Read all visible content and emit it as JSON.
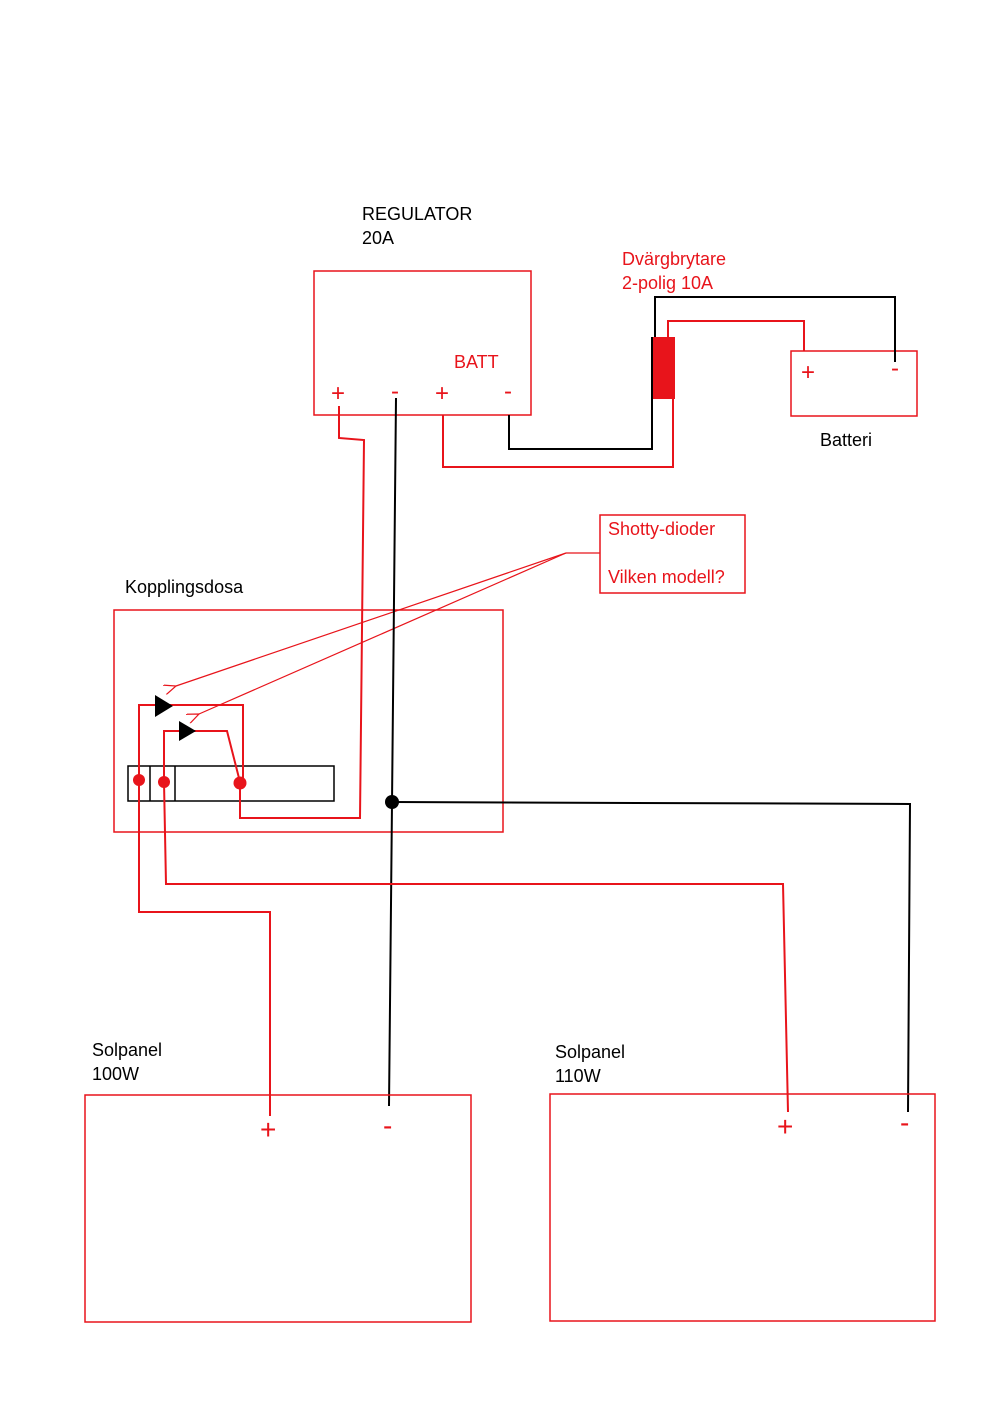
{
  "colors": {
    "red": "#e8141b",
    "black": "#000000"
  },
  "regulator": {
    "title_line1": "REGULATOR",
    "title_line2": "20A",
    "batt_label": "BATT",
    "terminal_plus_1": "+",
    "terminal_minus_1": "-",
    "terminal_plus_2": "+",
    "terminal_minus_2": "-"
  },
  "breaker": {
    "label_line1": "Dvärgbrytare",
    "label_line2": "2-polig 10A"
  },
  "battery": {
    "label": "Batteri",
    "plus": "+",
    "minus": "-"
  },
  "diode_note": {
    "line1": "Shotty-dioder",
    "line2": "Vilken modell?"
  },
  "junction_box": {
    "label": "Kopplingsdosa"
  },
  "panel_100": {
    "label_line1": "Solpanel",
    "label_line2": "100W",
    "plus": "+",
    "minus": "-"
  },
  "panel_110": {
    "label_line1": "Solpanel",
    "label_line2": "110W",
    "plus": "+",
    "minus": "-"
  }
}
